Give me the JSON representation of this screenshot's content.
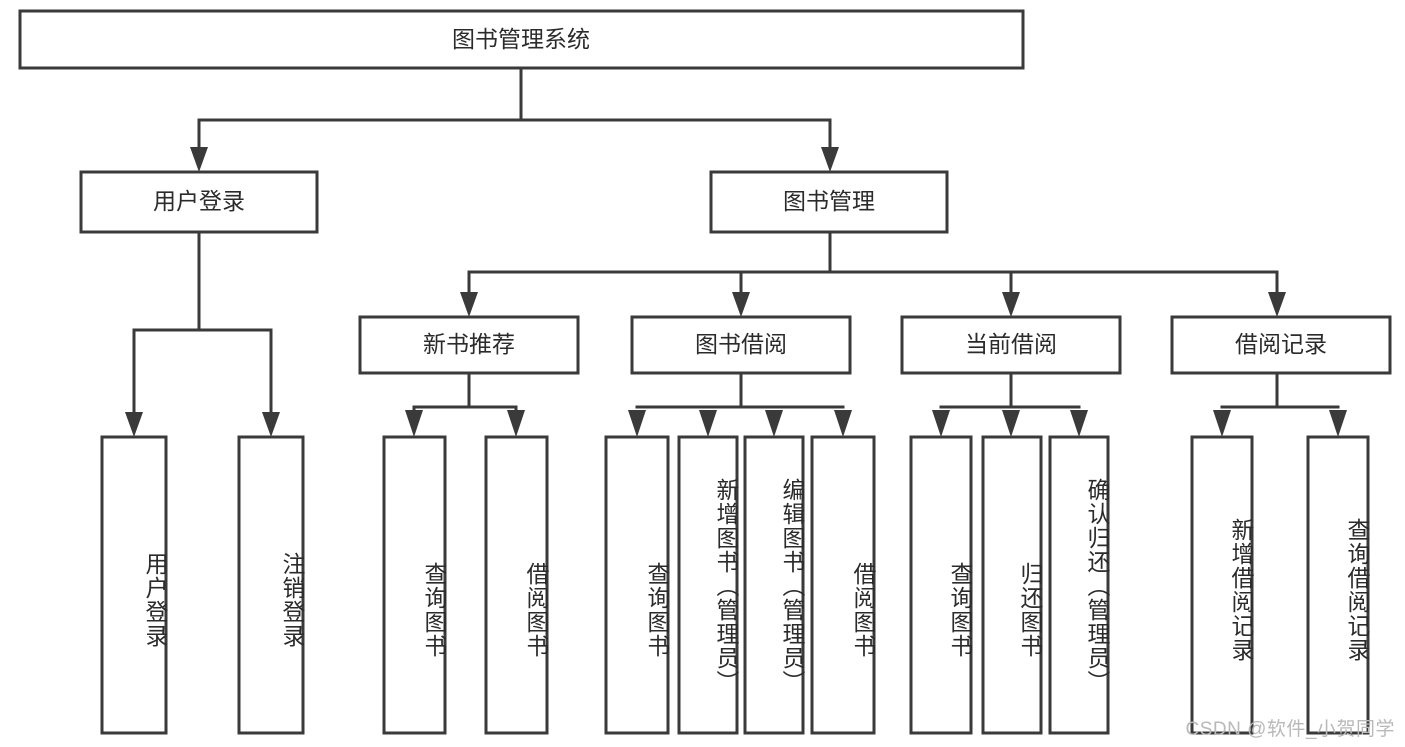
{
  "diagram": {
    "title": "图书管理系统",
    "type": "tree",
    "orientation": "top-down",
    "levels": 4,
    "colors": {
      "box_stroke": "#3a3a3a",
      "box_fill": "#ffffff",
      "connector": "#3a3a3a",
      "text": "#2b2b2b",
      "watermark": "#b9b9b9",
      "background": "#ffffff"
    }
  },
  "root": {
    "id": "root",
    "label": "图书管理系统"
  },
  "level2": [
    {
      "id": "user-login",
      "label": "用户登录"
    },
    {
      "id": "book-manage",
      "label": "图书管理"
    }
  ],
  "level3": [
    {
      "id": "new-book-recommend",
      "label": "新书推荐",
      "parent": "book-manage"
    },
    {
      "id": "book-borrow",
      "label": "图书借阅",
      "parent": "book-manage"
    },
    {
      "id": "current-borrow",
      "label": "当前借阅",
      "parent": "book-manage"
    },
    {
      "id": "borrow-record",
      "label": "借阅记录",
      "parent": "book-manage"
    }
  ],
  "leaves": [
    {
      "id": "leaf-user-login",
      "label": "用户登录",
      "parent": "user-login"
    },
    {
      "id": "leaf-user-logout",
      "label": "注销登录",
      "parent": "user-login"
    },
    {
      "id": "leaf-query-book-1",
      "label": "查询图书",
      "parent": "new-book-recommend"
    },
    {
      "id": "leaf-borrow-book-1",
      "label": "借阅图书",
      "parent": "new-book-recommend"
    },
    {
      "id": "leaf-query-book-2",
      "label": "查询图书",
      "parent": "book-borrow"
    },
    {
      "id": "leaf-add-book",
      "label": "新增图书（管理员）",
      "parent": "book-borrow"
    },
    {
      "id": "leaf-edit-book",
      "label": "编辑图书（管理员）",
      "parent": "book-borrow"
    },
    {
      "id": "leaf-borrow-book-2",
      "label": "借阅图书",
      "parent": "book-borrow"
    },
    {
      "id": "leaf-query-book-3",
      "label": "查询图书",
      "parent": "current-borrow"
    },
    {
      "id": "leaf-return-book",
      "label": "归还图书",
      "parent": "current-borrow"
    },
    {
      "id": "leaf-confirm-return",
      "label": "确认归还（管理员）",
      "parent": "current-borrow"
    },
    {
      "id": "leaf-add-record",
      "label": "新增借阅记录",
      "parent": "borrow-record"
    },
    {
      "id": "leaf-query-record",
      "label": "查询借阅记录",
      "parent": "borrow-record"
    }
  ],
  "watermark": {
    "text": "CSDN @软件_小贺同学"
  }
}
